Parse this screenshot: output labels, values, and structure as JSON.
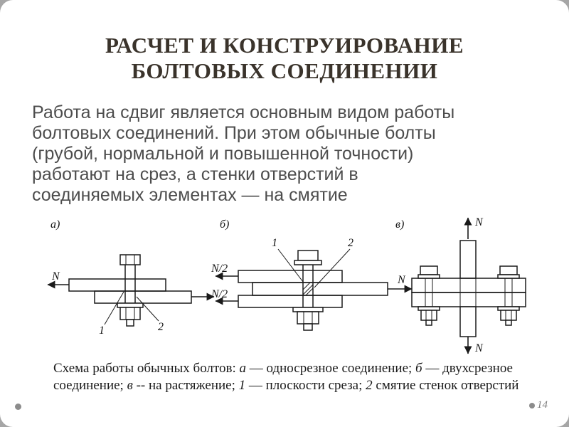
{
  "colors": {
    "page_background": "#a6a6a6",
    "slide_background": "#ffffff",
    "title_text": "#3a332b",
    "body_text": "#4d4d4d",
    "caption_text": "#1b1b1b",
    "diagram_ink": "#1a1a1a",
    "page_number": "#7f7f7f"
  },
  "slide": {
    "title": {
      "line1": "РАСЧЕТ И КОНСТРУИРОВАНИЕ",
      "line2": "БОЛТОВЫХ СОЕДИНЕНИИ"
    },
    "body_lines": [
      "Работа на сдвиг является основным видом работы",
      "болтовых соединений. При этом обычные болты",
      "(грубой, нормальной и повышенной точности)",
      "работают на срез, а стенки отверстий в",
      "соединяемых элементах — на смятие"
    ],
    "page_number": "14"
  },
  "caption": {
    "parts": [
      {
        "text": "Схема работы обычных болтов: ",
        "italic": false
      },
      {
        "text": "а",
        "italic": true
      },
      {
        "text": " — односрезное соединение; ",
        "italic": false
      },
      {
        "text": "б",
        "italic": true
      },
      {
        "text": " — двухсрезное соединение; ",
        "italic": false
      },
      {
        "text": "в",
        "italic": true
      },
      {
        "text": " -- на растяжение; ",
        "italic": false
      },
      {
        "text": "1",
        "italic": true
      },
      {
        "text": " — плоскости среза; ",
        "italic": false
      },
      {
        "text": "2",
        "italic": true
      },
      {
        "text": " смятие стенок отверстий",
        "italic": false
      }
    ]
  },
  "diagram": {
    "labels": {
      "scheme_a": "а)",
      "scheme_b": "б)",
      "scheme_v": "в)",
      "force_n": "N",
      "force_n_half": "N/2",
      "callout_1": "1",
      "callout_2": "2"
    }
  }
}
